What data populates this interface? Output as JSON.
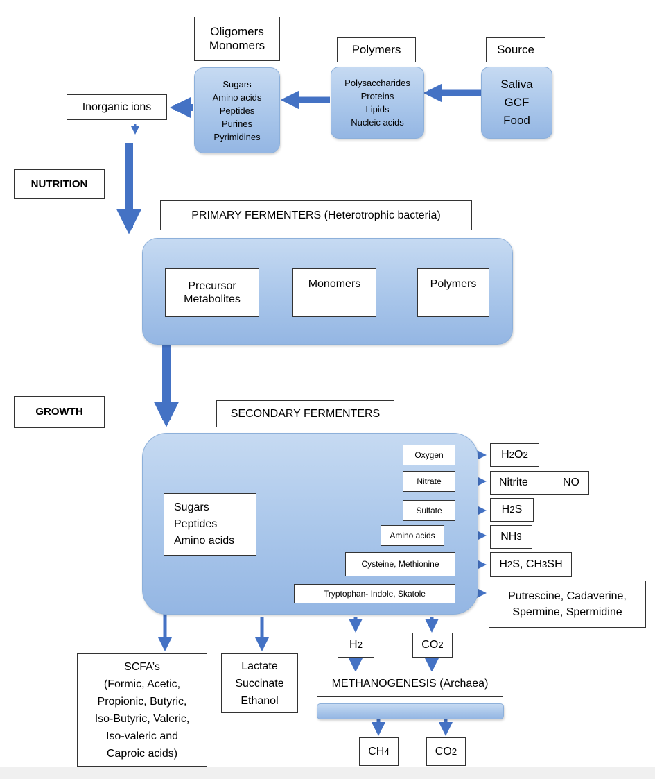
{
  "colors": {
    "arrow": "#4472c4",
    "box_fill": "#a9c6ea",
    "box_border": "#8db0da",
    "label_border": "#333333"
  },
  "top": {
    "oligomers_label": [
      "Oligomers",
      "Monomers"
    ],
    "polymers_label": "Polymers",
    "source_label": "Source",
    "oligomer_items": [
      "Sugars",
      "Amino acids",
      "Peptides",
      "Purines",
      "Pyrimidines"
    ],
    "polymer_items": [
      "Polysaccharides",
      "Proteins",
      "Lipids",
      "Nucleic acids"
    ],
    "source_items": [
      "Saliva",
      "GCF",
      "Food"
    ],
    "inorganic_label": "Inorganic ions"
  },
  "nutrition_label": "NUTRITION",
  "growth_label": "GROWTH",
  "primary": {
    "title": "PRIMARY FERMENTERS (Heterotrophic bacteria)",
    "precursor": [
      "Precursor",
      "Metabolites"
    ],
    "monomers": "Monomers",
    "polymers": "Polymers"
  },
  "secondary": {
    "title": "SECONDARY FERMENTERS",
    "substrates": [
      "Sugars",
      "Peptides",
      "Amino acids"
    ],
    "acceptors": [
      {
        "input": "Oxygen",
        "output_main": "H",
        "output_parts": [
          "2",
          "O",
          "2"
        ]
      },
      {
        "input": "Nitrate",
        "output_main": "Nitrite",
        "output_extra": "NO"
      },
      {
        "input": "Sulfate",
        "output_main": "H",
        "output_parts": [
          "2",
          "S"
        ]
      },
      {
        "input": "Amino acids",
        "output_main": "NH",
        "output_parts": [
          "3"
        ]
      },
      {
        "input": "Cysteine, Methionine",
        "output_main": "H",
        "output_parts": [
          "2",
          "S, CH",
          "3",
          "SH"
        ]
      },
      {
        "input": "Tryptophan- Indole, Skatole",
        "output_lines": [
          "Putrescine, Cadaverine,",
          "Spermine, Spermidine"
        ]
      }
    ]
  },
  "products": {
    "scfa": [
      "SCFA’s",
      "(Formic, Acetic,",
      "Propionic, Butyric,",
      "Iso-Butyric, Valeric,",
      "Iso-valeric and",
      "Caproic acids)"
    ],
    "lactate": [
      "Lactate",
      "Succinate",
      "Ethanol"
    ],
    "h2": {
      "main": "H",
      "sub": "2"
    },
    "co2_in": {
      "main": "CO",
      "sub": "2"
    },
    "methanogenesis": "METHANOGENESIS (Archaea)",
    "ch4": {
      "main": "CH",
      "sub": "4"
    },
    "co2_out": {
      "main": "CO",
      "sub": "2"
    }
  }
}
